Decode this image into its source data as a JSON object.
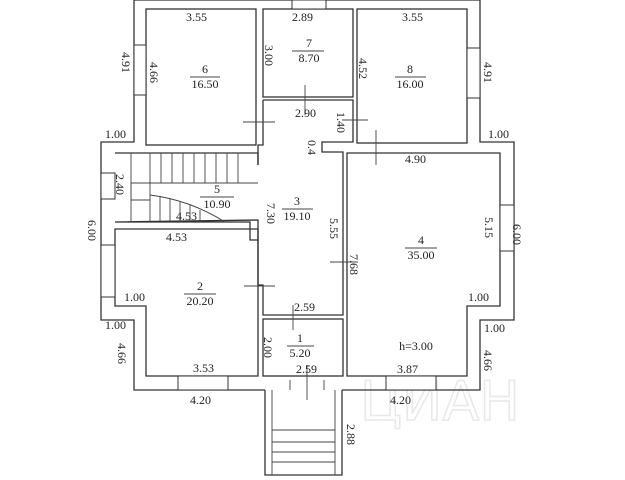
{
  "plan": {
    "ceiling_height": "h=3.00",
    "watermark": "ЦИАН",
    "rooms": [
      {
        "number": "1",
        "area": "5.20"
      },
      {
        "number": "2",
        "area": "20.20"
      },
      {
        "number": "3",
        "area": "19.10"
      },
      {
        "number": "4",
        "area": "35.00"
      },
      {
        "number": "5",
        "area": "10.90"
      },
      {
        "number": "6",
        "area": "16.50"
      },
      {
        "number": "7",
        "area": "8.70"
      },
      {
        "number": "8",
        "area": "16.00"
      }
    ],
    "dimensions": {
      "r6_top": "3.55",
      "r6_left": "4.66",
      "outer_left_top": "4.91",
      "r7_top": "2.89",
      "r7_left": "3.00",
      "r7_bottom": "2.90",
      "r8_top": "3.55",
      "r8_left": "4.52",
      "outer_right_top": "4.91",
      "corr_1_40": "1.40",
      "corr_0_4": "0.4",
      "left_step_top": "1.00",
      "right_step_top": "1.00",
      "r5_left": "2.40",
      "stair_len": "4.53",
      "r2_top": "4.53",
      "outer_left_mid": "6.00",
      "r3_left": "7.30",
      "r3_right": "5.55",
      "r4_left": "7.68",
      "r4_top": "4.90",
      "r4_right": "5.15",
      "outer_right_mid": "6.00",
      "r2_inner_step": "1.00",
      "r4_inner_step": "1.00",
      "left_step_bottom": "1.00",
      "right_step_bottom": "1.00",
      "outer_left_bottom": "4.66",
      "outer_right_bottom": "4.66",
      "r1_top": "2.59",
      "r1_left": "2.00",
      "r1_bottom": "2.59",
      "r2_bottom": "3.53",
      "r4_bottom": "3.87",
      "outer_bottom_left": "4.20",
      "outer_bottom_right": "4.20",
      "porch_right": "2.88"
    }
  }
}
